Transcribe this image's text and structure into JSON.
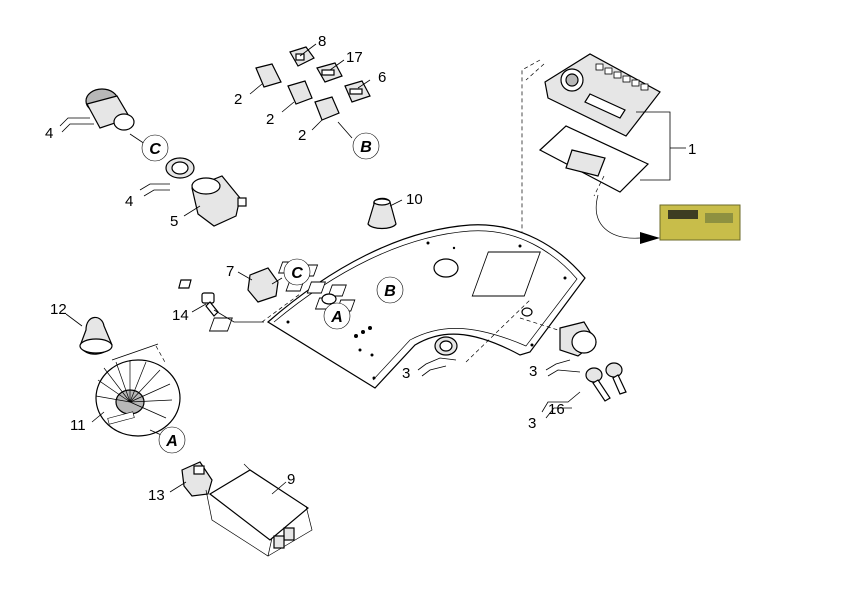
{
  "labels": {
    "n1": "1",
    "n2a": "2",
    "n2b": "2",
    "n2c": "2",
    "n3a": "3",
    "n3b": "3",
    "n3c": "3",
    "n4a": "4",
    "n4b": "4",
    "n5": "5",
    "n6": "6",
    "n7": "7",
    "n8": "8",
    "n9": "9",
    "n10": "10",
    "n11": "11",
    "n12": "12",
    "n13": "13",
    "n14": "14",
    "n16": "16",
    "n17": "17"
  },
  "callouts": {
    "c_top": "C",
    "b_top": "B",
    "c_panel": "C",
    "b_panel": "B",
    "a_panel": "A",
    "a_dial": "A"
  }
}
